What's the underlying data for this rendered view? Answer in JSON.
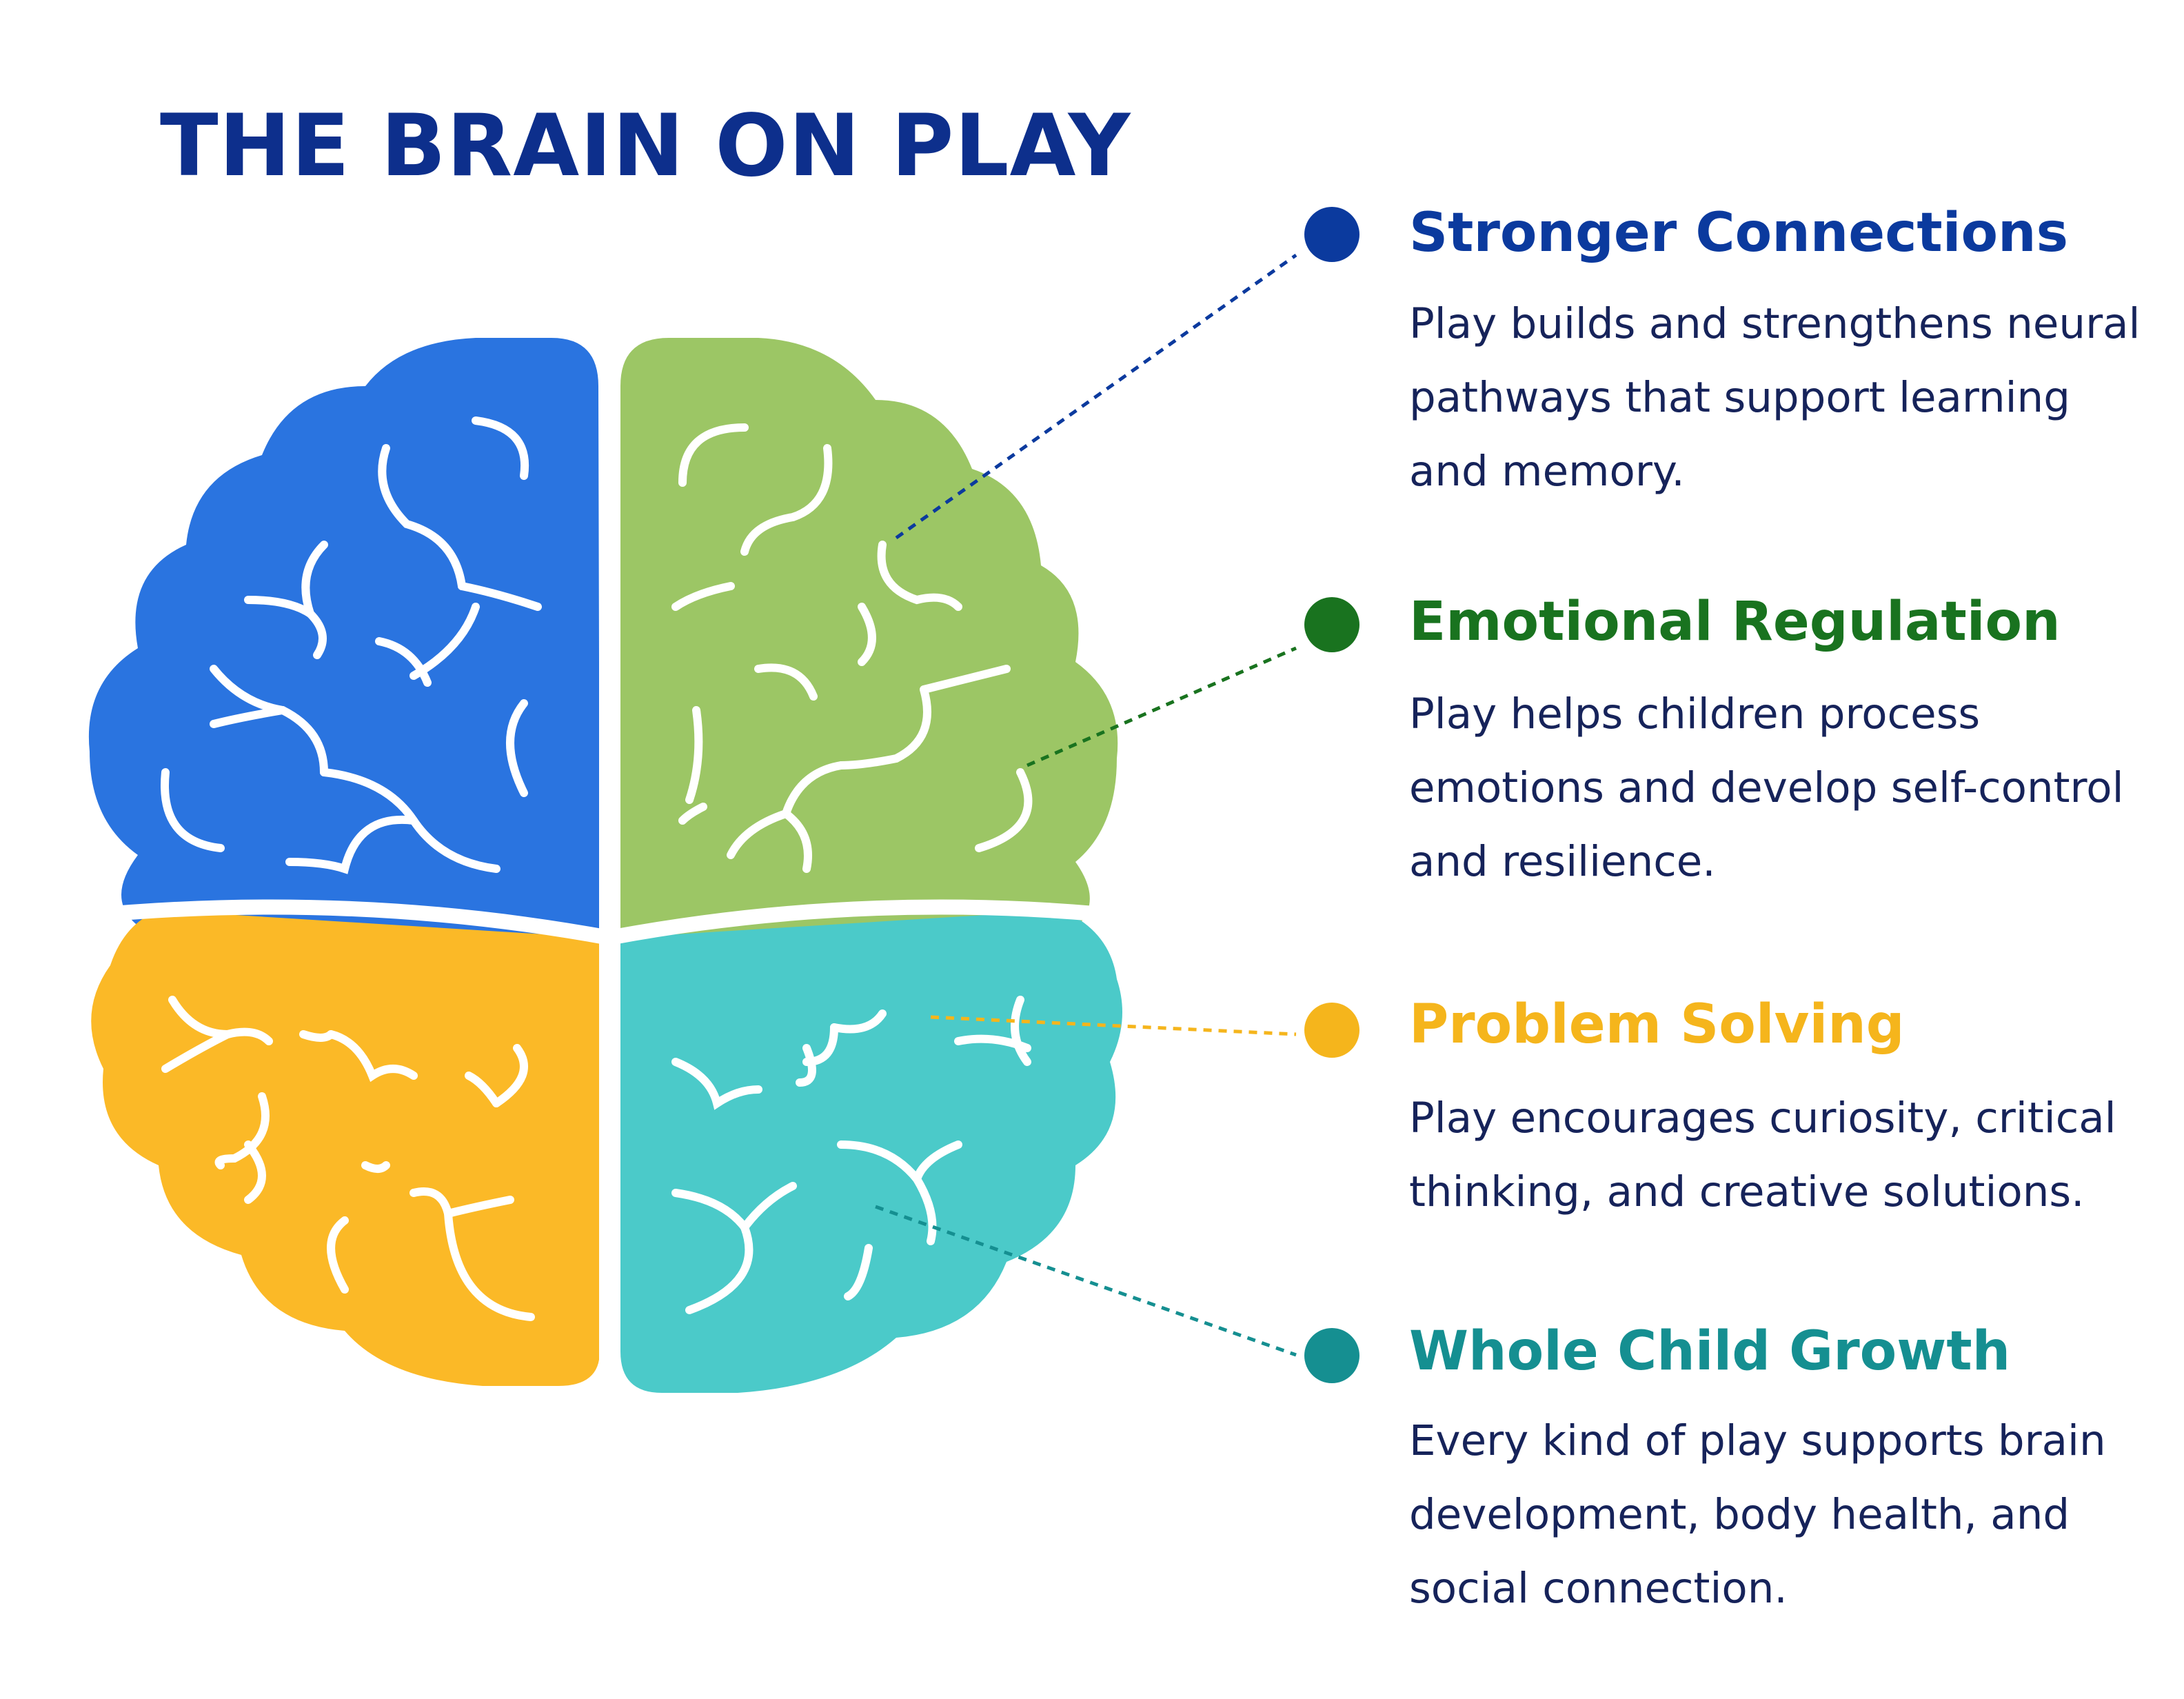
{
  "title": "THE BRAIN ON PLAY",
  "colors": {
    "title": "#0d2f8c",
    "description": "#16235a",
    "lobe_blue": "#2a74e0",
    "lobe_green": "#9cc665",
    "lobe_yellow": "#fbb927",
    "lobe_teal": "#4bcac9",
    "folds": "#ffffff"
  },
  "features": [
    {
      "title": "Stronger Connections",
      "description": "Play builds and strengthens neural pathways that support learning and memory.",
      "color": "#0b3a9e",
      "icon": "dot-icon"
    },
    {
      "title": "Emotional Regulation",
      "description": "Play helps children process emotions and develop self-control and resilience.",
      "color": "#19731f",
      "icon": "dot-icon"
    },
    {
      "title": "Problem Solving",
      "description": "Play encourages curiosity, critical thinking, and creative solutions.",
      "color": "#f5b51c",
      "icon": "dot-icon"
    },
    {
      "title": "Whole Child Growth",
      "description": "Every kind of play supports brain development, body health, and social connection.",
      "color": "#158f91",
      "icon": "dot-icon"
    }
  ]
}
